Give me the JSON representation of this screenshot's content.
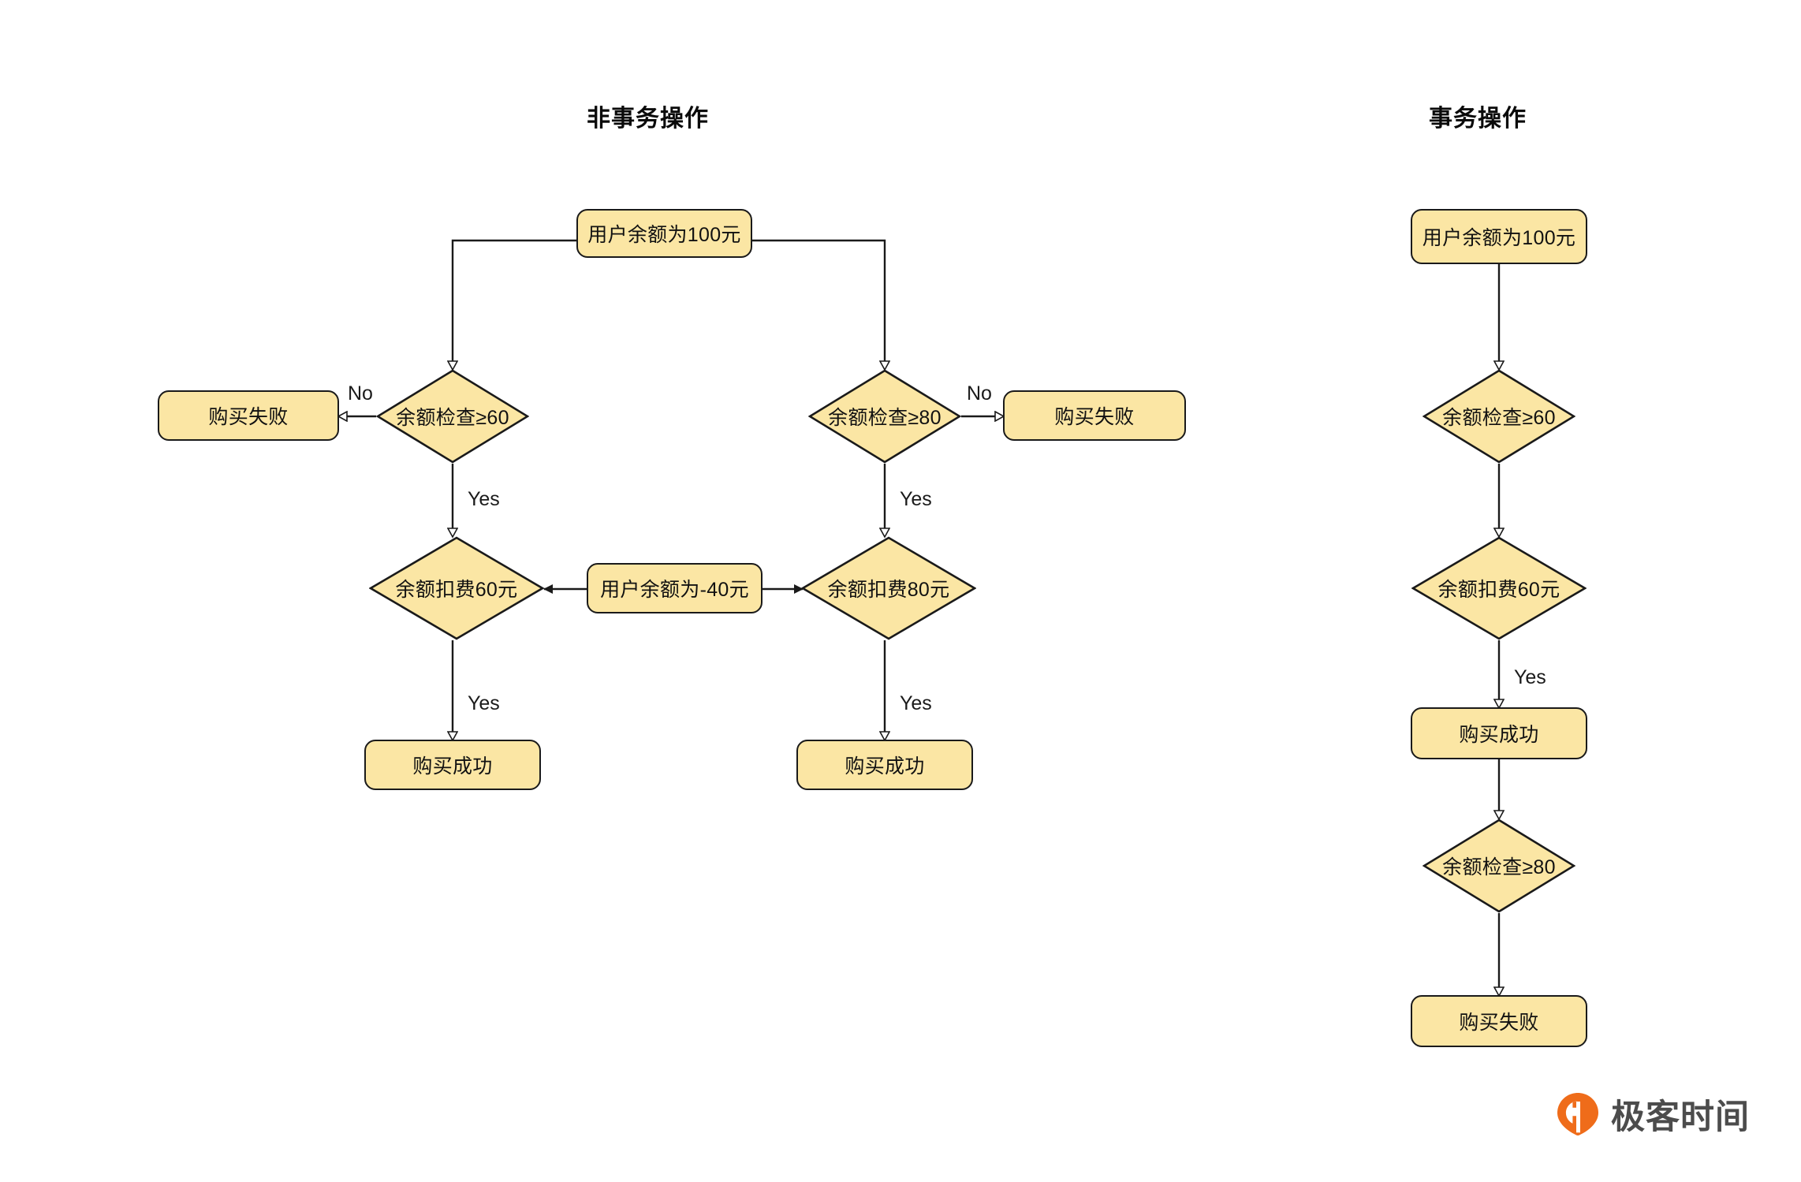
{
  "diagram": {
    "type": "flowchart",
    "background": "#ffffff",
    "node_fill": "#fbe6a4",
    "node_stroke": "#1a1a1a",
    "brand_color": "#ef6c1a"
  },
  "titles": {
    "left": "非事务操作",
    "right": "事务操作"
  },
  "left_flow": {
    "start": "用户余额为100元",
    "check60": "余额检查≥60",
    "check80": "余额检查≥80",
    "fail_left": "购买失败",
    "fail_right": "购买失败",
    "deduct60": "余额扣费60元",
    "deduct80": "余额扣费80元",
    "middle_note": "用户余额为-40元",
    "success_left": "购买成功",
    "success_right": "购买成功",
    "labels": {
      "no_left": "No",
      "no_right": "No",
      "yes_left_1": "Yes",
      "yes_left_2": "Yes",
      "yes_right_1": "Yes",
      "yes_right_2": "Yes"
    }
  },
  "right_flow": {
    "start": "用户余额为100元",
    "check60": "余额检查≥60",
    "deduct60": "余额扣费60元",
    "success": "购买成功",
    "check80": "余额检查≥80",
    "fail": "购买失败",
    "labels": {
      "yes": "Yes"
    }
  },
  "logo": {
    "text": "极客时间",
    "mark": "geektime-pin-icon"
  }
}
